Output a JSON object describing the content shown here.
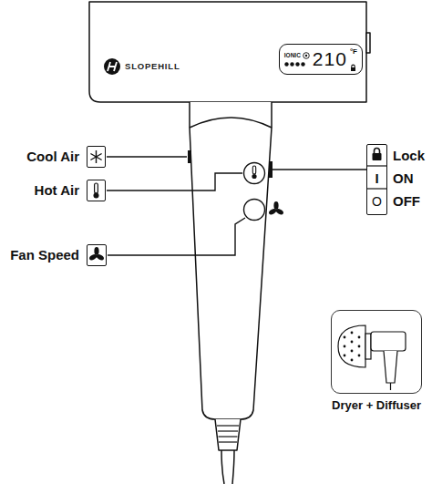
{
  "diagram": {
    "nodes": [
      {
        "text": [
          "IONIC",
          "210",
          "°F"
        ]
      },
      {
        "text": [
          "Cool Air"
        ]
      },
      {
        "text": [
          "Hot Air"
        ]
      },
      {
        "text": [
          "Fan Speed"
        ]
      },
      {
        "text": [
          "Lock",
          "I",
          "ON",
          "O",
          "OFF"
        ]
      },
      {
        "text": [
          "Dryer + Diffuser"
        ]
      }
    ],
    "labels": [
      "SLOPEHILL"
    ]
  }
}
